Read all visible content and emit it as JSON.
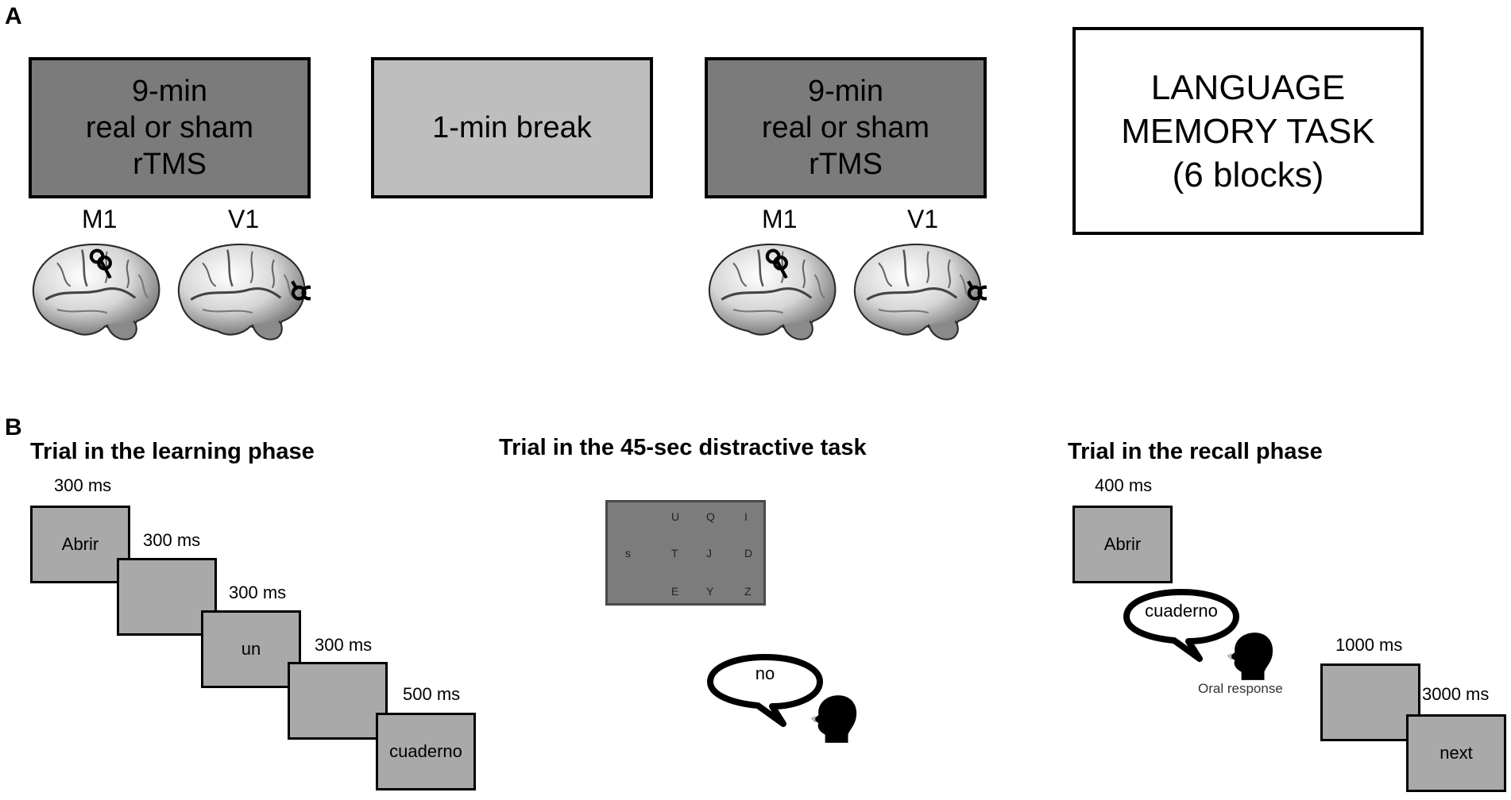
{
  "panel_a": {
    "letter": "A",
    "blocks": [
      {
        "lines": [
          "9-min",
          "real or sham",
          "rTMS"
        ]
      },
      {
        "lines": [
          "1-min break"
        ]
      },
      {
        "lines": [
          "9-min",
          "real or sham",
          "rTMS"
        ]
      },
      {
        "lines": [
          "LANGUAGE",
          "MEMORY TASK",
          "(6 blocks)"
        ]
      }
    ],
    "sites": [
      "M1",
      "V1",
      "M1",
      "V1"
    ]
  },
  "panel_b": {
    "letter": "B",
    "learning": {
      "title": "Trial in the learning phase",
      "steps": [
        {
          "duration": "300 ms",
          "word": "Abrir"
        },
        {
          "duration": "300 ms",
          "word": ""
        },
        {
          "duration": "300 ms",
          "word": "un"
        },
        {
          "duration": "300 ms",
          "word": ""
        },
        {
          "duration": "500 ms",
          "word": "cuaderno"
        }
      ]
    },
    "distractive": {
      "title": "Trial in the 45-sec distractive task",
      "letters": [
        [
          "",
          "U",
          "Q",
          "I"
        ],
        [
          "s",
          "T",
          "J",
          "D"
        ],
        [
          "",
          "E",
          "Y",
          "Z"
        ]
      ],
      "response": "no"
    },
    "recall": {
      "title": "Trial in the recall phase",
      "cue": {
        "duration": "400 ms",
        "word": "Abrir"
      },
      "response": "cuaderno",
      "response_caption": "Oral response",
      "steps": [
        {
          "duration": "1000 ms",
          "word": ""
        },
        {
          "duration": "3000 ms",
          "word": "next"
        }
      ]
    }
  }
}
